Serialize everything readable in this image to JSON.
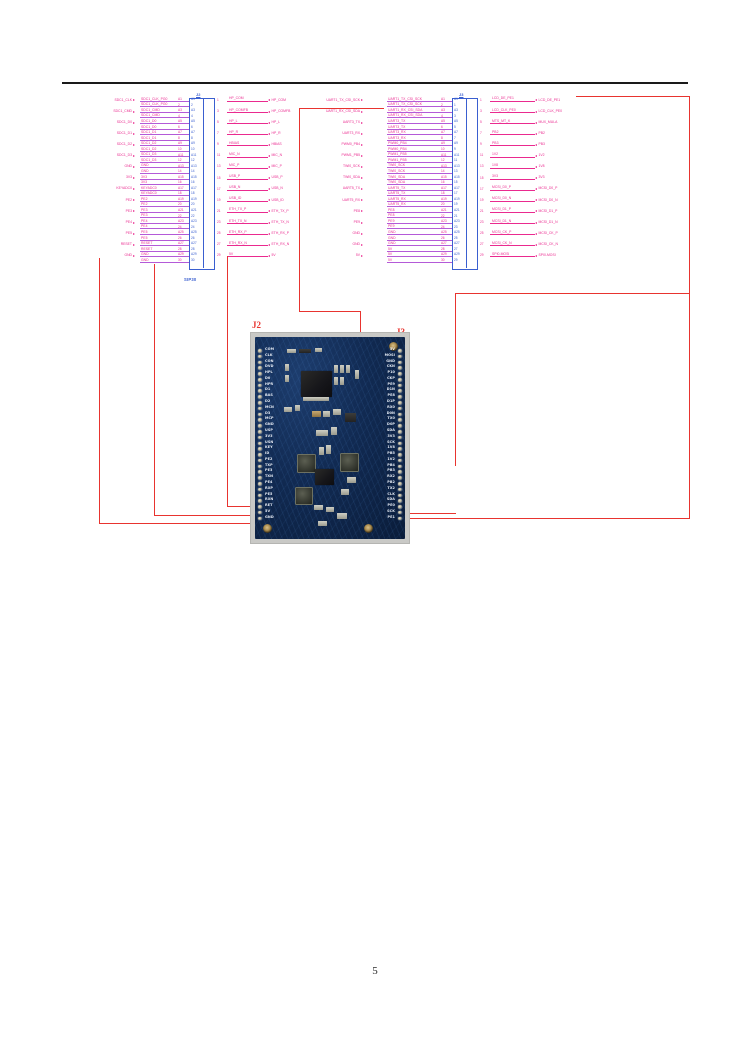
{
  "document": {
    "page_number": "5"
  },
  "connector_j2": {
    "ref": "J2",
    "part_name": "SIP30",
    "left_ports": [
      "SDC1_CLK",
      "SDC1_CMD",
      "SDC1_D0",
      "SDC1_D1",
      "SDC1_D2",
      "SDC1_D3",
      "GND",
      "3V3",
      "KEYADC0",
      "PE2",
      "PE3",
      "PE4",
      "PE5",
      "RESET",
      "GND"
    ],
    "left_nets": [
      "SDC1_CLK_PG0",
      "SDC1_CLK_PG0",
      "SDC1_CMD",
      "SDC1_CMD",
      "SDC1_D0",
      "SDC1_D0",
      "SDC1_D1",
      "SDC1_D1",
      "SDC1_D2",
      "SDC1_D2",
      "SDC1_D3",
      "SDC1_D3",
      "GND",
      "GND",
      "3V3",
      "3V3",
      "KEYADC0",
      "KEYADC0",
      "PE2",
      "PE2",
      "PE3",
      "PE3",
      "PE4",
      "PE4",
      "PE5",
      "PE5",
      "RESET",
      "RESET",
      "GND",
      "GND"
    ],
    "left_pin_labels": [
      "A1",
      "2",
      "A3",
      "4",
      "A5",
      "6",
      "A7",
      "8",
      "A9",
      "10",
      "A11",
      "12",
      "A13",
      "14",
      "A15",
      "16",
      "A17",
      "18",
      "A19",
      "20",
      "A21",
      "22",
      "A23",
      "24",
      "A25",
      "26",
      "A27",
      "28",
      "A29",
      "30"
    ],
    "inner_pin_labels": [
      "A1",
      "2",
      "A3",
      "4",
      "A5",
      "6",
      "A7",
      "8",
      "A9",
      "10",
      "A11",
      "12",
      "A13",
      "14",
      "A15",
      "16",
      "A17",
      "18",
      "A19",
      "20",
      "A21",
      "22",
      "A23",
      "24",
      "A25",
      "26",
      "A27",
      "28",
      "A29",
      "30"
    ],
    "right_pins": [
      {
        "num": "1",
        "net": "HP_COM",
        "port": "HP_COM"
      },
      {
        "num": "3",
        "net": "HP_COMFB",
        "port": "HP_COMFB"
      },
      {
        "num": "5",
        "net": "HP_L",
        "port": "HP_L"
      },
      {
        "num": "7",
        "net": "HP_R",
        "port": "HP_R"
      },
      {
        "num": "9",
        "net": "HBIAS",
        "port": "HBIAS"
      },
      {
        "num": "11",
        "net": "MIC_N",
        "port": "MIC_N"
      },
      {
        "num": "13",
        "net": "MIC_P",
        "port": "MIC_P"
      },
      {
        "num": "15",
        "net": "USB_P",
        "port": "USB_P"
      },
      {
        "num": "17",
        "net": "USB_N",
        "port": "USB_N"
      },
      {
        "num": "19",
        "net": "USB_ID",
        "port": "USB_ID"
      },
      {
        "num": "21",
        "net": "ETH_TX_P",
        "port": "ETH_TX_P"
      },
      {
        "num": "23",
        "net": "ETH_TX_N",
        "port": "ETH_TX_N"
      },
      {
        "num": "25",
        "net": "ETH_RX_P",
        "port": "ETH_RX_P"
      },
      {
        "num": "27",
        "net": "ETH_RX_N",
        "port": "ETH_RX_N"
      },
      {
        "num": "29",
        "net": "5V",
        "port": "5V"
      }
    ]
  },
  "connector_j3": {
    "ref": "J3",
    "left_ports": [
      "UART1_TX_CSI_SCK",
      "UART1_RX_CSI_SDA",
      "UART3_TX",
      "UART3_RX",
      "PWM0_PB4",
      "PWM1_PB5",
      "TWI0_SCK",
      "TWI0_SDA",
      "UART5_TX",
      "UART5_RX",
      "PE8",
      "PE9",
      "GND",
      "GND",
      "5V"
    ],
    "left_nets": [
      "UART1_TX_CSI_SCK",
      "UART1_TX_CSI_SCK",
      "UART1_RX_CSI_SDA",
      "UART1_RX_CSI_SDA",
      "UART3_TX",
      "UART3_TX",
      "UART3_RX",
      "UART3_RX",
      "PWM0_PB4",
      "PWM0_PB4",
      "PWM1_PB5",
      "PWM1_PB5",
      "TWI0_SCK",
      "TWI0_SCK",
      "TWI0_SDA",
      "TWI0_SDA",
      "UART5_TX",
      "UART5_TX",
      "UART5_RX",
      "UART5_RX",
      "PE8",
      "PE8",
      "PE9",
      "PE9",
      "GND",
      "GND",
      "GND",
      "5V",
      "5V",
      "5V"
    ],
    "left_pin_labels": [
      "A1",
      "2",
      "A3",
      "4",
      "A5",
      "6",
      "A7",
      "8",
      "A9",
      "10",
      "A11",
      "12",
      "A13",
      "14",
      "A15",
      "16",
      "A17",
      "18",
      "A19",
      "20",
      "A21",
      "22",
      "A23",
      "24",
      "A25",
      "26",
      "A27",
      "28",
      "A29",
      "30"
    ],
    "inner_pin_labels": [
      "A1",
      "1",
      "A3",
      "3",
      "A5",
      "5",
      "A7",
      "7",
      "A9",
      "9",
      "A11",
      "11",
      "A13",
      "13",
      "A15",
      "15",
      "A17",
      "17",
      "A19",
      "19",
      "A21",
      "21",
      "A23",
      "23",
      "A25",
      "25",
      "A27",
      "27",
      "A29",
      "29"
    ],
    "right_pins": [
      {
        "num": "1",
        "net": "LCD_DE_PE1",
        "port": "LCD_DE_PE1"
      },
      {
        "num": "3",
        "net": "LCD_CLK_PE0",
        "port": "LCD_CLK_PE0"
      },
      {
        "num": "5",
        "net": "MTS_MT_K",
        "port": "MUX_MULA"
      },
      {
        "num": "7",
        "net": "PB2",
        "port": "PB2"
      },
      {
        "num": "9",
        "net": "PB3",
        "port": "PB3"
      },
      {
        "num": "11",
        "net": "1V2",
        "port": "1V2"
      },
      {
        "num": "13",
        "net": "1V8",
        "port": "1V8"
      },
      {
        "num": "15",
        "net": "3V3",
        "port": "3V3"
      },
      {
        "num": "17",
        "net": "MCSI_D0_P",
        "port": "MCSI_D0_P"
      },
      {
        "num": "19",
        "net": "MCSI_D0_N",
        "port": "MCSI_D0_N"
      },
      {
        "num": "21",
        "net": "MCSI_D1_P",
        "port": "MCSI_D1_P"
      },
      {
        "num": "23",
        "net": "MCSI_D1_N",
        "port": "MCSI_D1_N"
      },
      {
        "num": "25",
        "net": "MCSI_CK_P",
        "port": "MCSI_CK_P"
      },
      {
        "num": "27",
        "net": "MCSI_CK_N",
        "port": "MCSI_CK_N"
      },
      {
        "num": "29",
        "net": "SPI0-MOSI",
        "port": "SPI0-MOSI"
      }
    ]
  },
  "pcb": {
    "ref_left": "J2",
    "ref_right": "J3",
    "left_pin_labels": [
      "COM",
      "CLK",
      "CON",
      "DVD",
      "HPL",
      "D0",
      "HPR",
      "D1",
      "BAS",
      "D2",
      "MCN",
      "D3",
      "MCP",
      "GND",
      "USP",
      "3V3",
      "USN",
      "KEY",
      "ID",
      "PE2",
      "TXP",
      "PE3",
      "TXN",
      "PE4",
      "RXP",
      "PE5",
      "RXN",
      "RET",
      "5V",
      "GND"
    ],
    "right_pin_labels": [
      "5V",
      "MOSI",
      "GND",
      "CKN",
      "P10",
      "CKP",
      "PE9",
      "D1N",
      "PE8",
      "D1P",
      "RX0",
      "D0N",
      "TX0",
      "D0P",
      "SDA",
      "3V3",
      "SCK",
      "1V8",
      "PB5",
      "1V2",
      "PB4",
      "PB3",
      "RX2",
      "PB2",
      "TX2",
      "CLK",
      "SDA",
      "PE0",
      "SCK",
      "PE1"
    ]
  }
}
